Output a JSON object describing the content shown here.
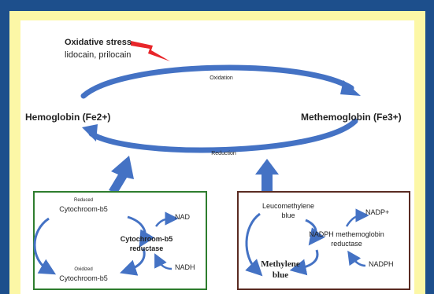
{
  "stress": {
    "title": "Oxidative stress",
    "agents": "lidocain, prilocain"
  },
  "cycle": {
    "left": "Hemoglobin (Fe2+)",
    "right": "Methemoglobin (Fe3+)",
    "top_arrow": "Oxidation",
    "bottom_arrow": "Reduction"
  },
  "cyt_box": {
    "reduced_label": "Reduced",
    "reduced_name": "Cytochroom-b5",
    "oxidized_label": "Oxidized",
    "oxidized_name": "Cytochroom-b5",
    "enzyme_line1": "Cytochroom-b5",
    "enzyme_line2": "reductase",
    "nad": "NAD",
    "nadh": "NADH",
    "border_color": "#2e7d2e"
  },
  "mb_box": {
    "leuco_line1": "Leucomethylene",
    "leuco_line2": "blue",
    "mb_line1": "Methylene",
    "mb_line2": "blue",
    "enzyme_line1": "NADPH methemoglobin",
    "enzyme_line2": "reductase",
    "nadp": "NADP+",
    "nadph": "NADPH",
    "border_color": "#5a2b22"
  },
  "colors": {
    "arrow_blue": "#4472c4",
    "lightning_red": "#e8262a",
    "frame_blue": "#1d4f8c",
    "panel_yellow": "#fcf7a6"
  },
  "icons": {
    "lightning": "lightning-bolt-icon"
  }
}
